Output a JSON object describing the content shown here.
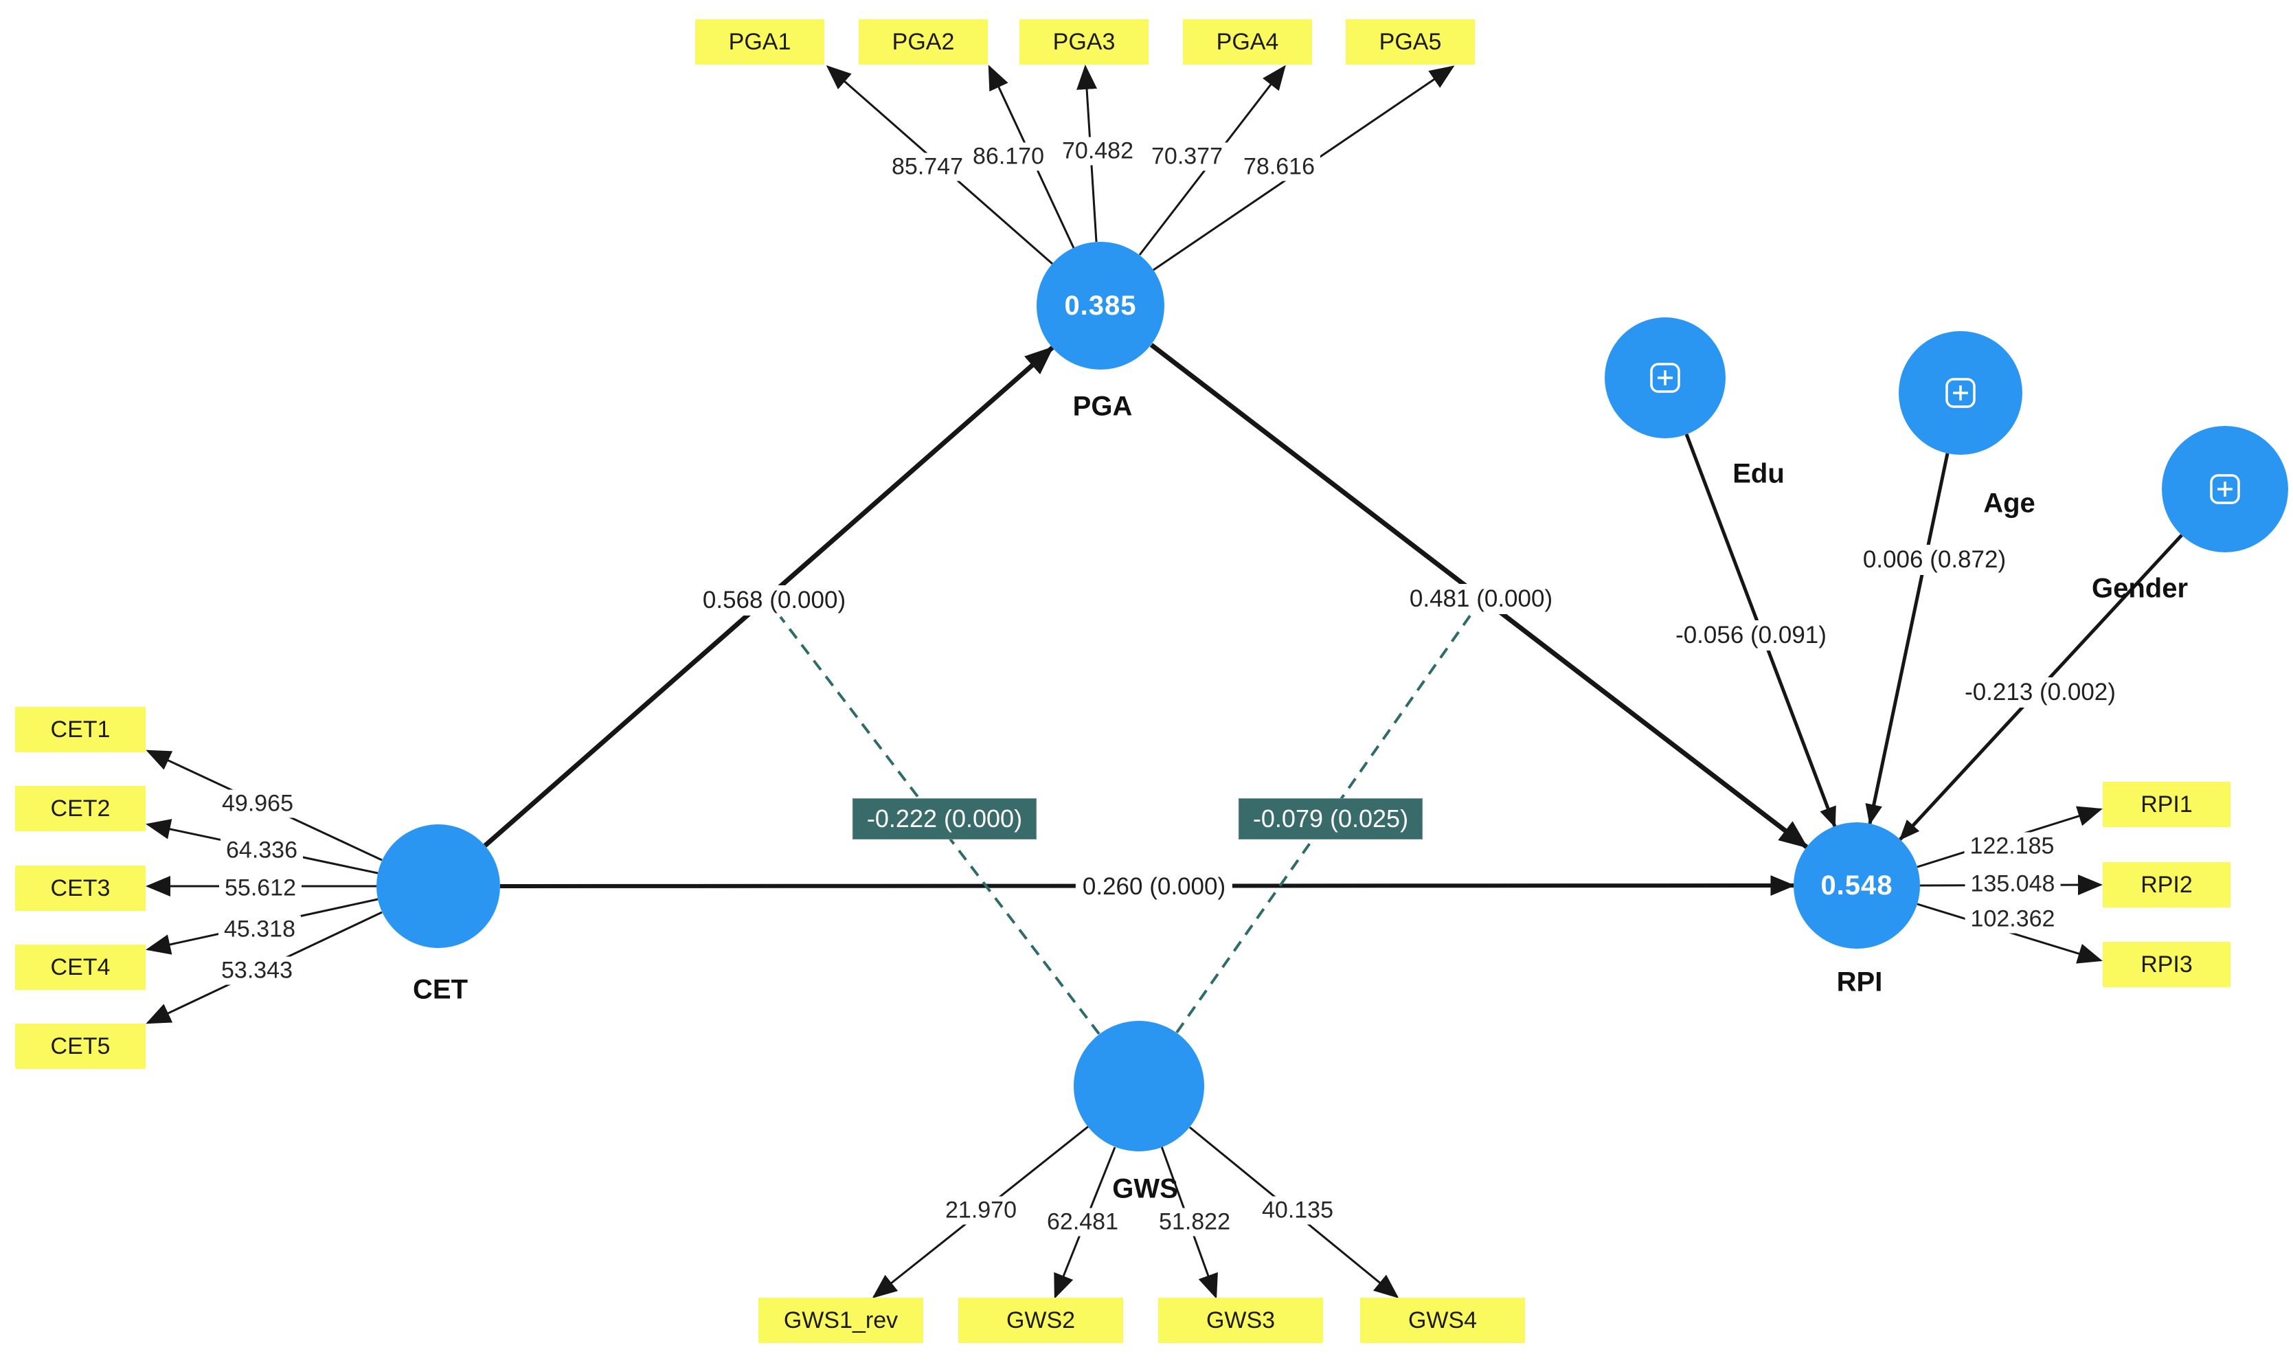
{
  "colors": {
    "latent_blue": "#2B96F2",
    "indicator_yellow": "#FAFA5E",
    "moderation_badge_bg": "#3A6B6B",
    "moderation_line": "#2F6B69",
    "path_black": "#161616"
  },
  "nodes": {
    "pga": {
      "label": "PGA",
      "value": "0.385"
    },
    "cet": {
      "label": "CET",
      "value": ""
    },
    "gws": {
      "label": "GWS",
      "value": ""
    },
    "rpi": {
      "label": "RPI",
      "value": "0.548"
    },
    "edu": {
      "label": "Edu",
      "icon": "plus-box-icon"
    },
    "age": {
      "label": "Age",
      "icon": "plus-box-icon"
    },
    "gender": {
      "label": "Gender",
      "icon": "plus-box-icon"
    }
  },
  "indicators": {
    "pga": [
      {
        "name": "PGA1",
        "loading": "85.747"
      },
      {
        "name": "PGA2",
        "loading": "86.170"
      },
      {
        "name": "PGA3",
        "loading": "70.482"
      },
      {
        "name": "PGA4",
        "loading": "70.377"
      },
      {
        "name": "PGA5",
        "loading": "78.616"
      }
    ],
    "cet": [
      {
        "name": "CET1",
        "loading": "49.965"
      },
      {
        "name": "CET2",
        "loading": "64.336"
      },
      {
        "name": "CET3",
        "loading": "55.612"
      },
      {
        "name": "CET4",
        "loading": "45.318"
      },
      {
        "name": "CET5",
        "loading": "53.343"
      }
    ],
    "gws": [
      {
        "name": "GWS1_rev",
        "loading": "21.970"
      },
      {
        "name": "GWS2",
        "loading": "62.481"
      },
      {
        "name": "GWS3",
        "loading": "51.822"
      },
      {
        "name": "GWS4",
        "loading": "40.135"
      }
    ],
    "rpi": [
      {
        "name": "RPI1",
        "loading": "122.185"
      },
      {
        "name": "RPI2",
        "loading": "135.048"
      },
      {
        "name": "RPI3",
        "loading": "102.362"
      }
    ]
  },
  "paths": {
    "cet_to_pga": {
      "label": "0.568 (0.000)"
    },
    "pga_to_rpi": {
      "label": "0.481 (0.000)"
    },
    "cet_to_rpi": {
      "label": "0.260 (0.000)"
    },
    "edu_to_rpi": {
      "label": "-0.056 (0.091)"
    },
    "age_to_rpi": {
      "label": "0.006 (0.872)"
    },
    "gender_to_rpi": {
      "label": "-0.213 (0.002)"
    }
  },
  "moderation": {
    "gws_on_cet_pga": {
      "label": "-0.222 (0.000)"
    },
    "gws_on_pga_rpi": {
      "label": "-0.079 (0.025)"
    }
  }
}
